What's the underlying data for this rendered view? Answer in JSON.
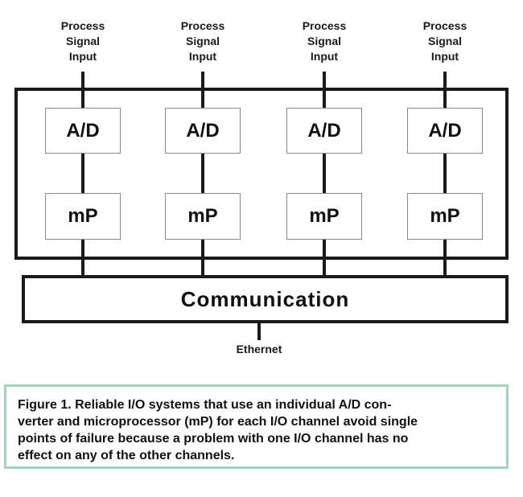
{
  "diagram": {
    "channels": [
      {
        "input_lines": [
          "Process",
          "Signal",
          "Input"
        ],
        "adc_label": "A/D",
        "mp_label": "mP"
      },
      {
        "input_lines": [
          "Process",
          "Signal",
          "Input"
        ],
        "adc_label": "A/D",
        "mp_label": "mP"
      },
      {
        "input_lines": [
          "Process",
          "Signal",
          "Input"
        ],
        "adc_label": "A/D",
        "mp_label": "mP"
      },
      {
        "input_lines": [
          "Process",
          "Signal",
          "Input"
        ],
        "adc_label": "A/D",
        "mp_label": "mP"
      }
    ],
    "communication_label": "Communication",
    "ethernet_label": "Ethernet"
  },
  "caption": {
    "figure_number": "Figure 1.",
    "lines": [
      "Figure 1.  Reliable I/O systems that use an individual A/D con-",
      "verter and microprocessor (mP) for each I/O channel avoid single",
      "points of failure because a problem with one I/O channel has no",
      "effect on any of the other channels."
    ]
  },
  "colors": {
    "line_color": "#1a1a1a",
    "unit_box_border": "#8a8a8a",
    "caption_border": "#9dd7b8",
    "background": "#ffffff",
    "text": "#111111"
  }
}
